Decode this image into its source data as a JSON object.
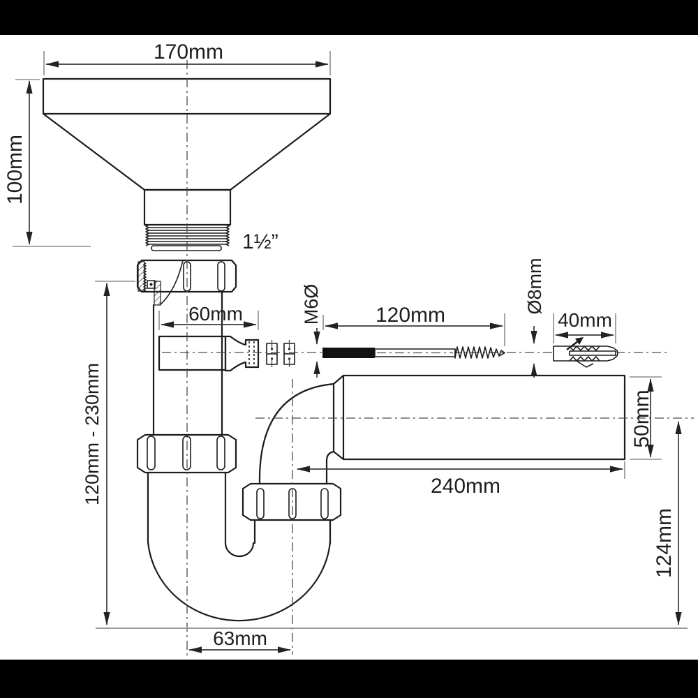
{
  "page": {
    "background": "#ffffff",
    "letterbox_color": "#000000"
  },
  "drawing": {
    "type": "technical-diagram",
    "subject": "sink siphon trap with funnel inlet, wall screw, dowel and horizontal outlet pipe",
    "line_color": "#1c1c1c",
    "dimension_color": "#3a3a3a",
    "labels": {
      "funnel_width": "170mm",
      "funnel_height": "100mm",
      "thread_size": "1½”",
      "outlet_length": "60mm",
      "screw_spec": "M6Ø",
      "screw_length": "120mm",
      "plug_diameter": "Ø8mm",
      "plug_length": "40mm",
      "pipe_diameter": "50mm",
      "pipe_length": "240mm",
      "height_range": "120mm - 230mm",
      "wall_height": "124mm",
      "trap_offset": "63mm"
    }
  }
}
